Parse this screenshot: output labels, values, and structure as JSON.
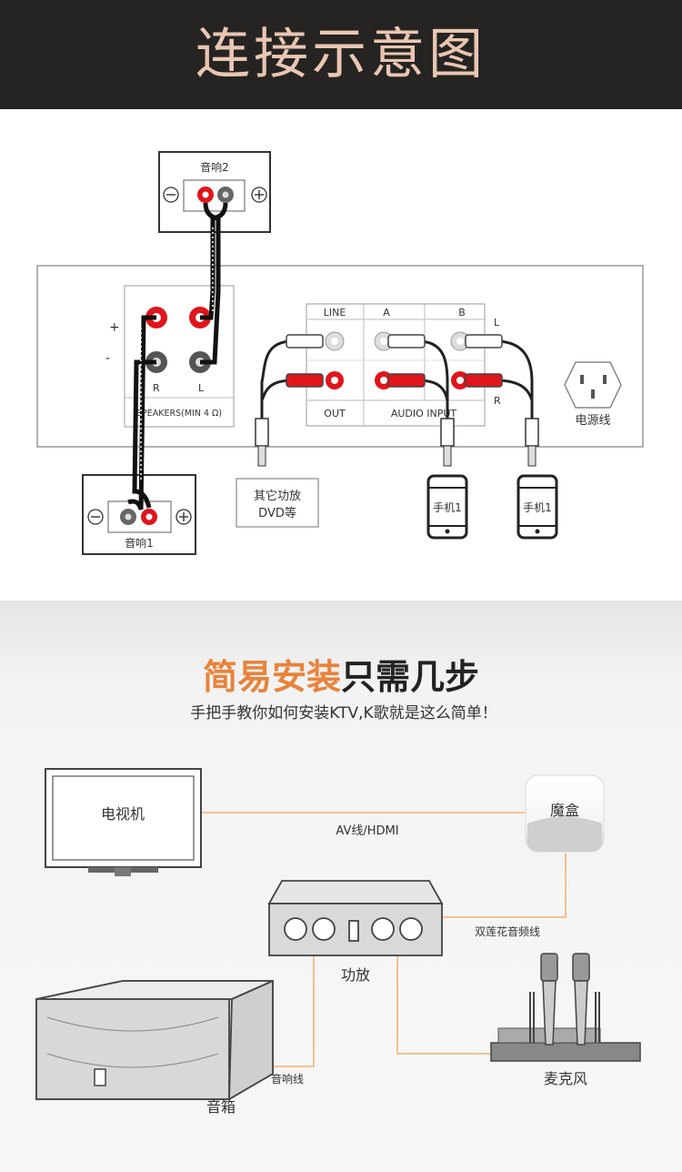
{
  "header": {
    "title": "连接示意图"
  },
  "wiring": {
    "speaker2_label": "音响2",
    "speaker1_label": "音响1",
    "plus": "+",
    "minus": "-",
    "terminal_r": "R",
    "terminal_l": "L",
    "speakers_caption": "SPEAKERS(MIN 4 Ω)",
    "line_label": "LINE",
    "out_label": "OUT",
    "input_a": "A",
    "input_b": "B",
    "audio_input_label": "AUDIO INPUT",
    "side_l": "L",
    "side_r": "R",
    "power_label": "电源线",
    "other_amp_line1": "其它功放",
    "other_amp_line2": "DVD等",
    "phone1_label": "手机1",
    "phone2_label": "手机1"
  },
  "install": {
    "title_highlight": "简易安装",
    "title_rest": "只需几步",
    "subtitle": "手把手教你如何安装KTV,K歌就是这么简单！",
    "tv_label": "电视机",
    "box_label": "魔盒",
    "av_label": "AV线/HDMI",
    "rca_label": "双莲花音频线",
    "amp_label": "功放",
    "speaker_cable_label": "音响线",
    "speaker_label": "音箱",
    "mic_label": "麦克风"
  },
  "colors": {
    "header_bg": "#262422",
    "header_text": "#e9c6b3",
    "accent_orange": "#e8833a",
    "rca_red": "#e0151c",
    "line_orange": "#f0a35e"
  }
}
